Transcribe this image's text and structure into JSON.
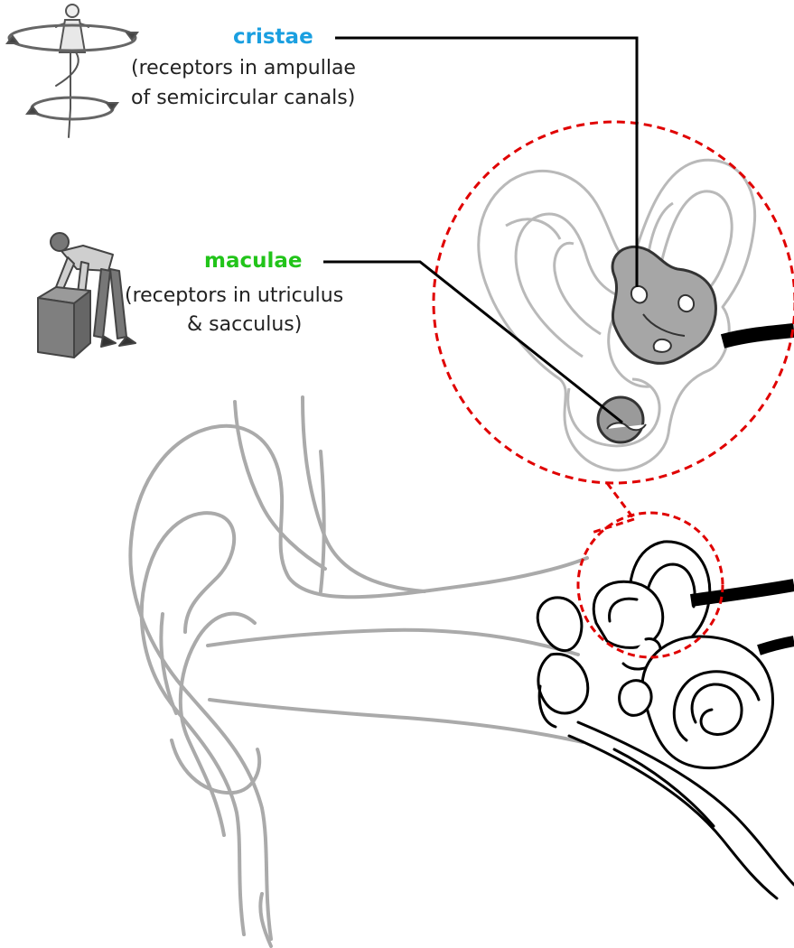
{
  "labels": {
    "cristae": {
      "title": "cristae",
      "line1": "(receptors in ampullae",
      "line2": "of semicircular canals)",
      "color": "#1a9fe0"
    },
    "maculae": {
      "title": "maculae",
      "line1": "(receptors in utriculus",
      "line2": "& sacculus)",
      "color": "#22c41a"
    }
  },
  "icons": {
    "rotation": "spinning-dancer-icon",
    "linear": "person-lifting-box-icon"
  },
  "colors": {
    "zoom_circle": "#e00000",
    "outer_ear": "#aaaaaa",
    "receptor_fill": "#999999",
    "nerve": "#000000"
  }
}
